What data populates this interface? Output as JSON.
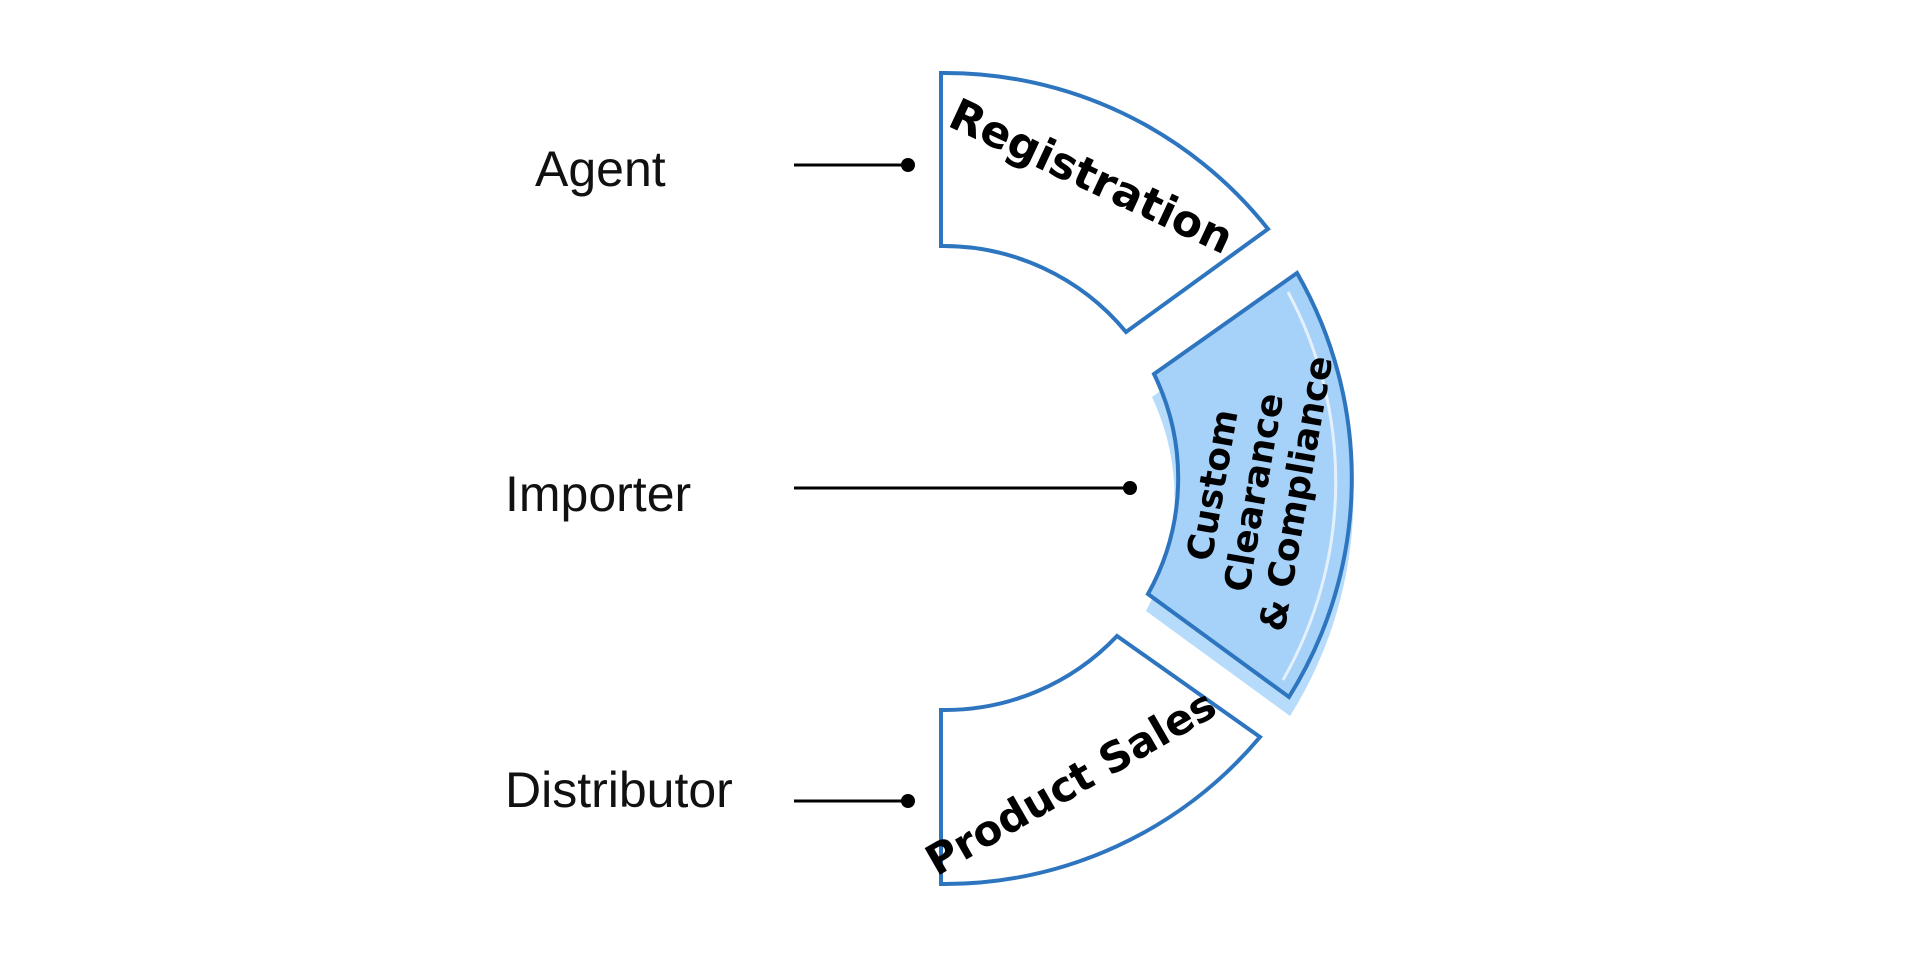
{
  "roles": [
    {
      "label": "Agent"
    },
    {
      "label": "Importer"
    },
    {
      "label": "Distributor"
    }
  ],
  "segments": [
    {
      "label": "Registration",
      "highlighted": false
    },
    {
      "label_lines": [
        "Custom",
        "Clearance",
        "& Compliance"
      ],
      "highlighted": true
    },
    {
      "label": "Product Sales",
      "highlighted": false
    }
  ],
  "colors": {
    "outline": "#2e75c0",
    "highlight_fill": "#a6d1f9",
    "highlight_shadow": "#b7dcfb",
    "connector": "#000000",
    "text": "#111111"
  }
}
